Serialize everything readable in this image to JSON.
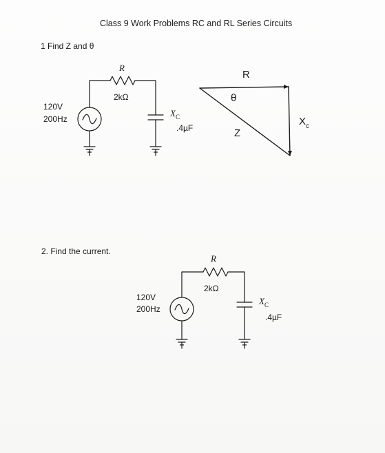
{
  "title": "Class 9 Work Problems RC and RL Series Circuits",
  "problem1": {
    "prompt": "1  Find Z and θ",
    "circuit": {
      "resistor_symbol": "R",
      "resistance": "2kΩ",
      "voltage": "120V",
      "frequency": "200Hz",
      "capacitor_symbol": "X",
      "capacitor_subscript": "C",
      "capacitance": ".4µF"
    },
    "triangle": {
      "r_label": "R",
      "theta_label": "θ",
      "z_label": "Z",
      "xc_label": "X",
      "xc_subscript": "c"
    }
  },
  "problem2": {
    "prompt": "2. Find the current.",
    "circuit": {
      "resistor_symbol": "R",
      "resistance": "2kΩ",
      "voltage": "120V",
      "frequency": "200Hz",
      "capacitor_symbol": "X",
      "capacitor_subscript": "C",
      "capacitance": ".4µF"
    }
  }
}
